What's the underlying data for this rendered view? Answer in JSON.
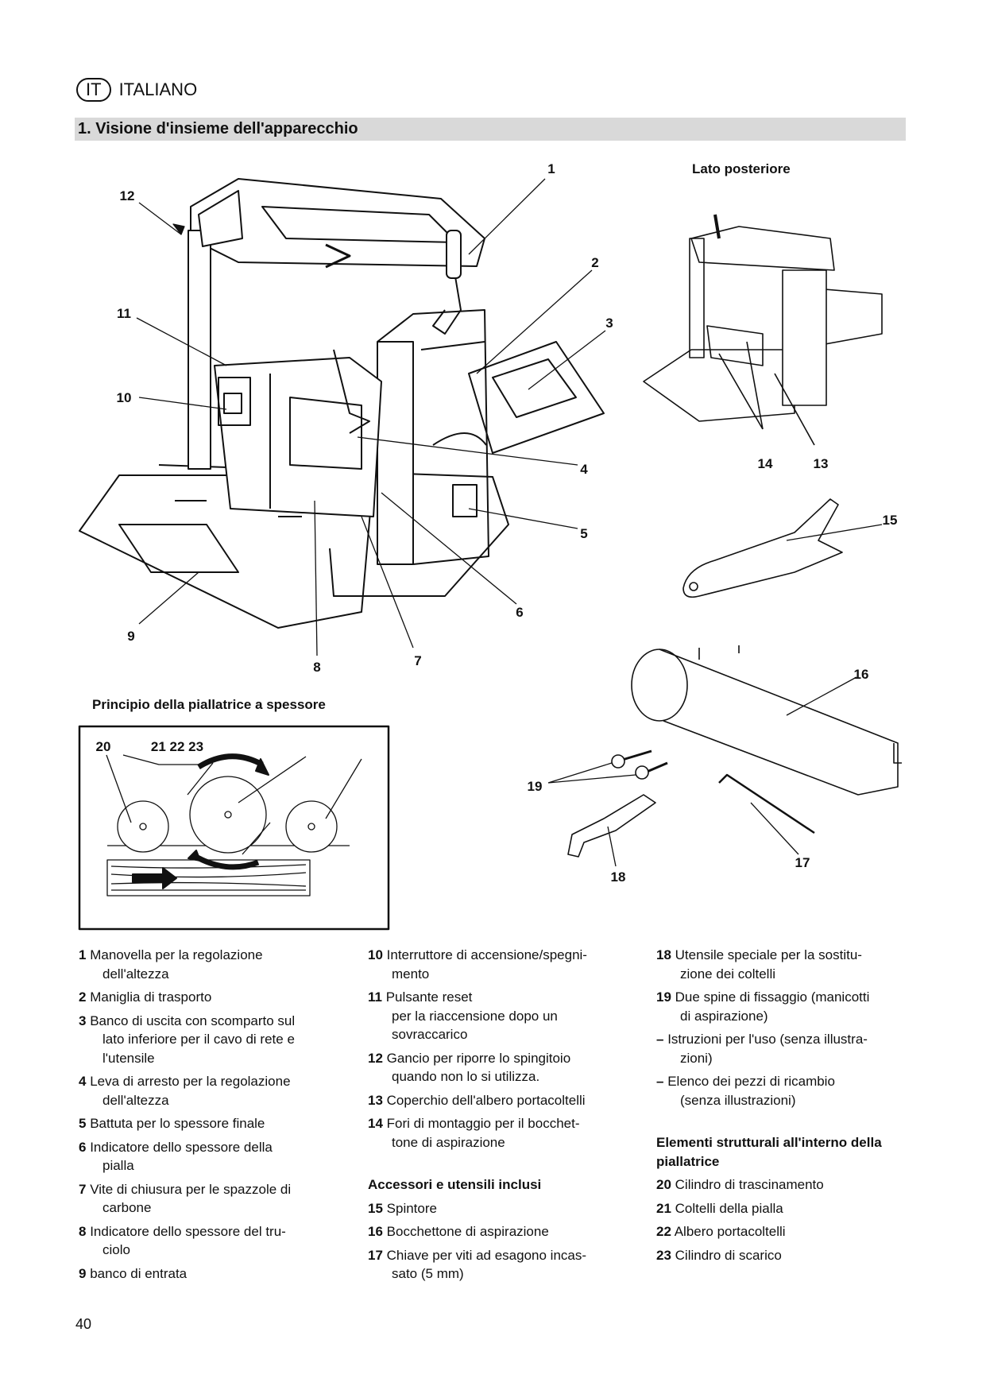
{
  "header": {
    "lang_code": "IT",
    "lang_name": "ITALIANO"
  },
  "section_title": "1. Visione d'insieme dell'apparecchio",
  "figure": {
    "rear_label": "Lato posteriore",
    "principle_label": "Principio della piallatrice a spessore",
    "callouts": [
      "1",
      "2",
      "3",
      "4",
      "5",
      "6",
      "7",
      "8",
      "9",
      "10",
      "11",
      "12",
      "13",
      "14",
      "15",
      "16",
      "17",
      "18",
      "19"
    ],
    "principle_callouts": [
      "20",
      "21 22 23"
    ]
  },
  "columns": [
    {
      "blocks": [
        {
          "num": "1",
          "lines": [
            "Manovella per la regolazione",
            "dell'altezza"
          ]
        },
        {
          "num": "2",
          "lines": [
            "Maniglia di trasporto"
          ]
        },
        {
          "num": "3",
          "lines": [
            "Banco di uscita con scomparto sul",
            "lato inferiore per il cavo di rete e",
            "l'utensile"
          ]
        },
        {
          "num": "4",
          "lines": [
            "Leva di arresto per la regolazione",
            "dell'altezza"
          ]
        },
        {
          "num": "5",
          "lines": [
            "Battuta per lo spessore finale"
          ]
        },
        {
          "num": "6",
          "lines": [
            "Indicatore dello spessore della",
            "pialla"
          ]
        },
        {
          "num": "7",
          "lines": [
            "Vite di chiusura per le spazzole di",
            "carbone"
          ]
        },
        {
          "num": "8",
          "lines": [
            "Indicatore dello spessore del tru-",
            "ciolo"
          ]
        },
        {
          "num": "9",
          "lines": [
            "banco di entrata"
          ]
        }
      ]
    },
    {
      "blocks": [
        {
          "num": "10",
          "lines": [
            "Interruttore di accensione/spegni-",
            "mento"
          ]
        },
        {
          "num": "11",
          "lines": [
            "Pulsante reset",
            "per la riaccensione dopo un",
            "sovraccarico"
          ]
        },
        {
          "num": "12",
          "lines": [
            "Gancio per riporre lo spingitoio",
            "quando non lo si utilizza."
          ]
        },
        {
          "num": "13",
          "lines": [
            "Coperchio dell'albero portacoltelli"
          ]
        },
        {
          "num": "14",
          "lines": [
            "Fori di montaggio per il bocchet-",
            "tone di aspirazione"
          ]
        },
        {
          "heading": "Accessori e utensili inclusi"
        },
        {
          "num": "15",
          "lines": [
            "Spintore"
          ]
        },
        {
          "num": "16",
          "lines": [
            "Bocchettone di aspirazione"
          ]
        },
        {
          "num": "17",
          "lines": [
            "Chiave per viti ad esagono incas-",
            "sato (5 mm)"
          ]
        }
      ]
    },
    {
      "blocks": [
        {
          "num": "18",
          "lines": [
            "Utensile speciale per la sostitu-",
            "zione dei coltelli"
          ]
        },
        {
          "num": "19",
          "lines": [
            "Due spine di fissaggio (manicotti",
            "di aspirazione)"
          ]
        },
        {
          "num": "–",
          "lines": [
            "Istruzioni per l'uso (senza illustra-",
            "zioni)"
          ]
        },
        {
          "num": "–",
          "lines": [
            "Elenco dei pezzi di ricambio",
            "(senza illustrazioni)"
          ]
        },
        {
          "heading": "Elementi strutturali all'interno della piallatrice"
        },
        {
          "num": "20",
          "lines": [
            "Cilindro di trascinamento"
          ]
        },
        {
          "num": "21",
          "lines": [
            "Coltelli della pialla"
          ]
        },
        {
          "num": "22",
          "lines": [
            "Albero portacoltelli"
          ]
        },
        {
          "num": "23",
          "lines": [
            "Cilindro di scarico"
          ]
        }
      ]
    }
  ],
  "page_number": "40"
}
